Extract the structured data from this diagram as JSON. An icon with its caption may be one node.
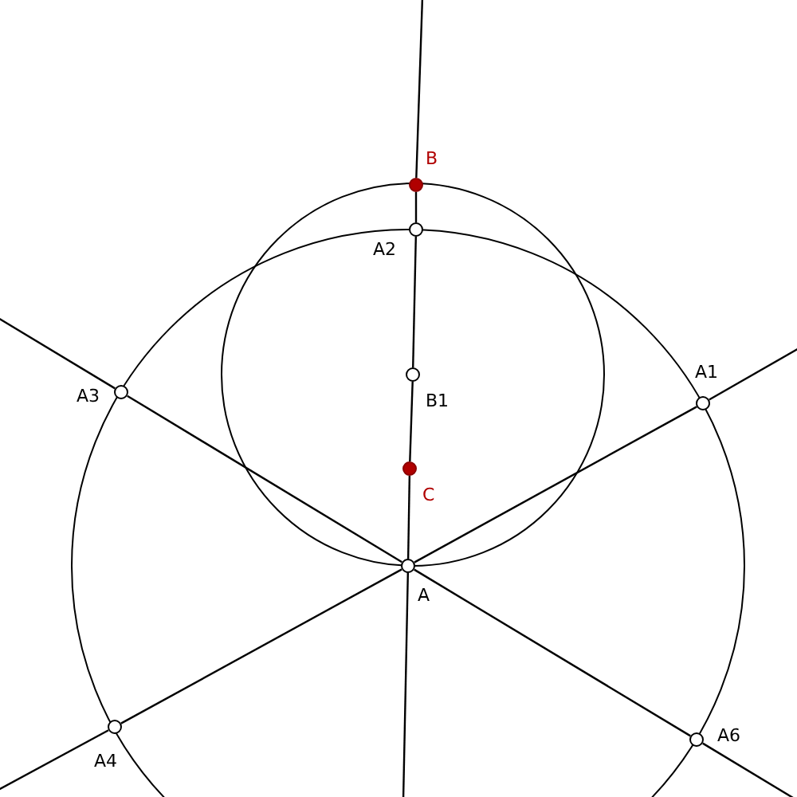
{
  "diagram": {
    "nodes": [
      {
        "text": [],
        "shape": "dot",
        "beside": [
          "B"
        ]
      },
      {
        "text": [],
        "shape": "circle",
        "beside": [
          "A2"
        ]
      },
      {
        "text": [],
        "shape": "circle",
        "beside": [
          "B1"
        ]
      },
      {
        "text": [],
        "shape": "dot",
        "beside": [
          "C"
        ]
      },
      {
        "text": [],
        "shape": "circle",
        "beside": [
          "A"
        ]
      },
      {
        "text": [],
        "shape": "circle",
        "beside": [
          "A1"
        ]
      },
      {
        "text": [],
        "shape": "circle",
        "beside": [
          "A3"
        ]
      },
      {
        "text": [],
        "shape": "circle",
        "beside": [
          "A4"
        ]
      },
      {
        "text": [],
        "shape": "circle",
        "beside": [
          "A6"
        ]
      }
    ],
    "edges": [
      {
        "from": 4,
        "to": 3,
        "arrow": "none"
      },
      {
        "from": 3,
        "to": 2,
        "arrow": "none"
      },
      {
        "from": 2,
        "to": 1,
        "arrow": "none"
      },
      {
        "from": 1,
        "to": 0,
        "arrow": "none"
      },
      {
        "from": 0,
        "to": null,
        "arrow": "none"
      },
      {
        "from": 4,
        "to": null,
        "arrow": "none"
      },
      {
        "from": 4,
        "to": 5,
        "arrow": "none"
      },
      {
        "from": 5,
        "to": null,
        "arrow": "none"
      },
      {
        "from": 4,
        "to": 6,
        "arrow": "none"
      },
      {
        "from": 6,
        "to": null,
        "arrow": "none"
      },
      {
        "from": 4,
        "to": 7,
        "arrow": "none"
      },
      {
        "from": 7,
        "to": null,
        "arrow": "none"
      },
      {
        "from": 4,
        "to": 8,
        "arrow": "none"
      },
      {
        "from": 8,
        "to": null,
        "arrow": "none"
      }
    ]
  }
}
